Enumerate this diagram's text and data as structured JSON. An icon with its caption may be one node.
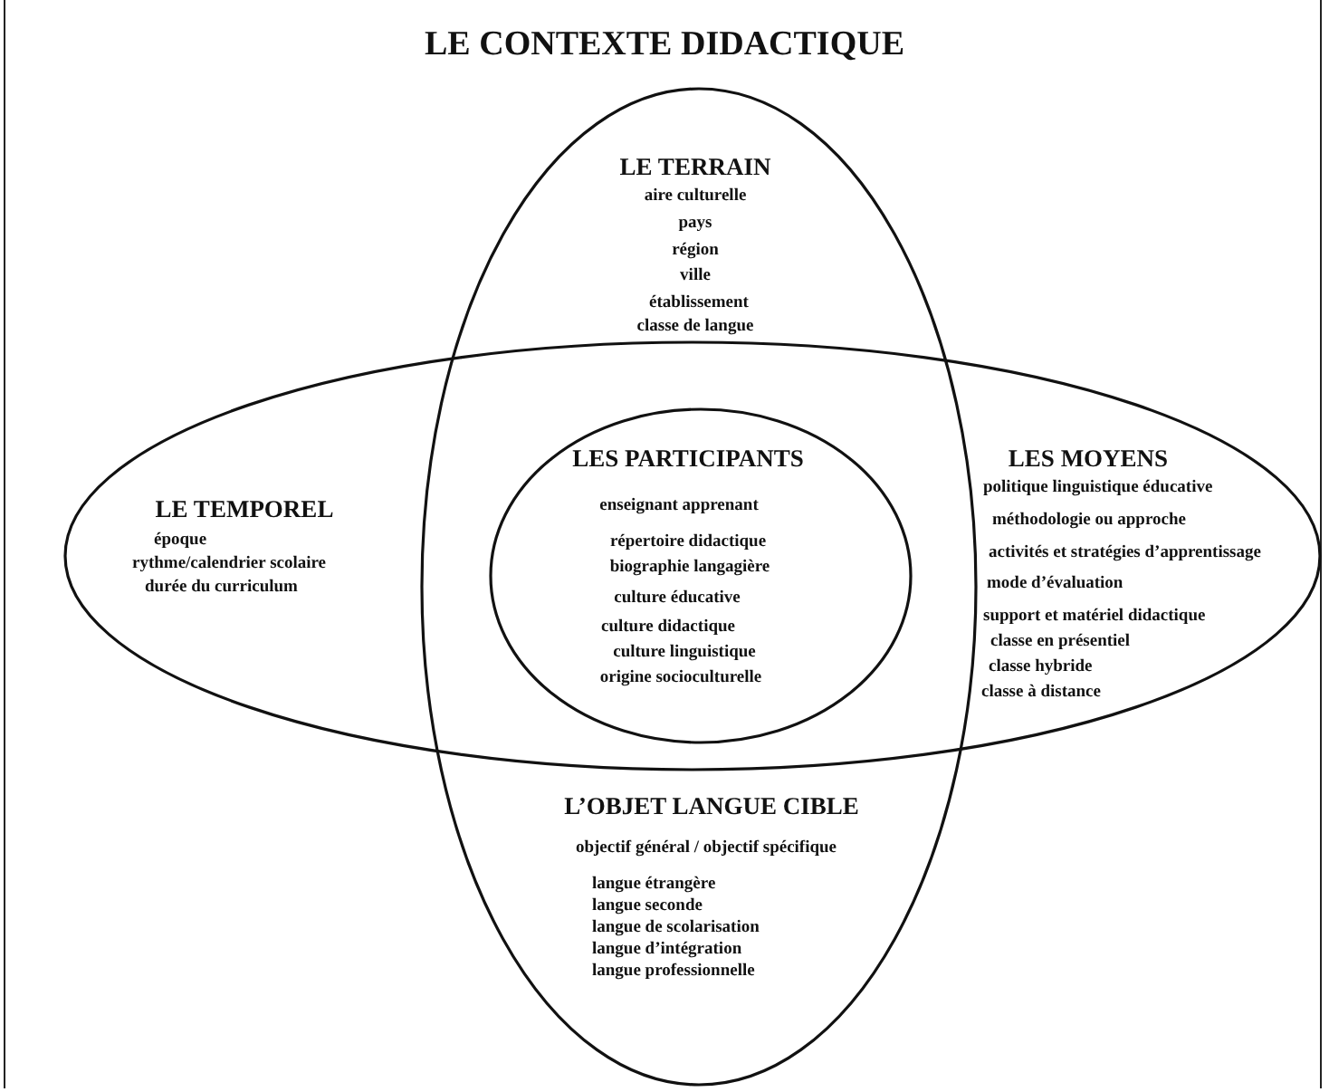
{
  "diagram": {
    "title": "LE CONTEXTE DIDACTIQUE",
    "nodes": [
      {
        "text": [
          "LE TERRAIN",
          "aire culturelle",
          "pays",
          "région",
          "ville",
          "établissement",
          "classe de langue",
          "L’OBJET LANGUE CIBLE",
          "objectif général / objectif spécifique",
          "langue étrangère",
          "langue seconde",
          "langue de scolarisation",
          "langue d’intégration",
          "langue professionnelle"
        ]
      },
      {
        "text": [
          "LE TEMPOREL",
          "époque",
          "rythme/calendrier scolaire",
          "durée du curriculum",
          "LES MOYENS",
          "politique linguistique éducative",
          "méthodologie ou approche",
          "activités et stratégies d’apprentissage",
          "mode d’évaluation",
          "support et matériel didactique",
          "classe en présentiel",
          "classe hybride",
          "classe à distance"
        ]
      },
      {
        "text": [
          "LES PARTICIPANTS",
          "enseignant  apprenant",
          "répertoire didactique",
          "biographie langagière",
          "culture éducative",
          "culture didactique",
          "culture linguistique",
          "origine socioculturelle"
        ]
      }
    ],
    "edges": []
  }
}
